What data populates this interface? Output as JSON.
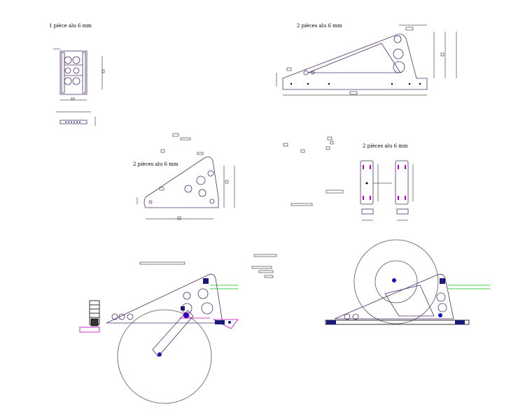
{
  "labels": {
    "top_left_note": "1 pièce alu 6 mm",
    "top_right_note": "2 pièces alu 6 mm",
    "middle_left_note": "2 pièces alu 6 mm",
    "middle_right_note": "2 pièces alu 6 mm"
  },
  "colors": {
    "stroke": "#000000",
    "part_outline": "#4b2d6b",
    "dimension": "#000000",
    "highlight": "#c000c0",
    "spring_accent": "#00c000",
    "bolt": "#1010c0",
    "clamp": "#1a1a7a"
  }
}
